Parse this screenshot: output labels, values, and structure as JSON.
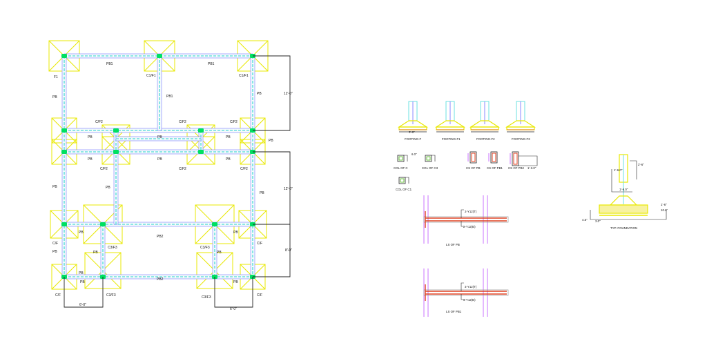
{
  "plan": {
    "beams": {
      "pb1_top_left": "PB1",
      "pb1_top_right": "PB1",
      "pb1_mid": "PB1",
      "pb_left_1": "PB",
      "pb_left_2": "PB",
      "pb_left_3": "PB",
      "pb_left_4": "PB",
      "pb_right_1": "PB",
      "pb_right_2": "PB",
      "pb_row3a_1": "PB",
      "pb_row3a_2": "PB",
      "pb_row3a_3": "PB",
      "pb_row3a_4": "PB",
      "pb_row3b_1": "PB",
      "pb_row3b_2": "PB",
      "pb_row3b_3": "PB",
      "pb_mid_col": "PB",
      "pb2_row5": "PB2",
      "pb2_row6": "PB2",
      "pb_row5_l": "PB",
      "pb_row5_r": "PB",
      "pb_row6_l": "PB",
      "pb_row6_r": "PB",
      "pb_row6_l2": "PB",
      "pb_row6_r2": "PB"
    },
    "columns": {
      "f1": "F1",
      "c1f1_a": "C1/F1",
      "c1f1_b": "C1/F1",
      "cf2_1": "C/F2",
      "cf2_2": "C/F2",
      "cf2_3": "C/F2",
      "cf2_4": "C/F2",
      "cf2_5": "C/F2",
      "cf2_6": "C/F2",
      "cf_1": "C/F",
      "cf_2": "C/F",
      "cf_3": "C/F",
      "cf_4": "C/F",
      "c3f3_1": "C3/F3",
      "c3f3_2": "C3/F3",
      "c3f3_3": "C3/F3",
      "c3f3_4": "C3/F3"
    },
    "dims": {
      "d1": "12'-0\"",
      "d2": "12'-0\"",
      "d3": "8'-0\"",
      "d4": "6'-0\"",
      "d5": "6'-0\""
    }
  },
  "footings": {
    "f": "FOOTING-F",
    "f1": "FOOTING-F1",
    "f2": "FOOTING-F2",
    "f3": "FOOTING-F3",
    "dim": "3'-0\""
  },
  "sections": {
    "col_c": "COL OF C",
    "col_c3": "COL OF C3",
    "col_c1": "COL OF C1",
    "cs_pb": "CS OF PB",
    "cs_pb1": "CS OF PB1",
    "cs_pb2": "CS OF PB2",
    "dim_a": "6.0\"",
    "dim_b": "1'-3.0\""
  },
  "ls_pb": {
    "title": "LS OF PB",
    "top": "2-Y12(T)",
    "bottom": "2-Y12(B)"
  },
  "ls_pb1": {
    "title": "LS OF PB1",
    "top": "3-Y12(T)",
    "bottom": "3-Y12(B)"
  },
  "foundation": {
    "title": "TYP. FOUNDATION",
    "d1": "2'-6\"",
    "d2": "1'-6.0\"",
    "d3": "1'-6.0\"",
    "d4": "1'-6\"",
    "d5": "10.6\"",
    "d6": "4.5\"",
    "d7": "3.0\""
  },
  "colors": {
    "footing": "#e8e800",
    "beam": "#6be0e0",
    "column": "#00e060",
    "beam_outline": "#8a8aff",
    "rebar_red": "#e04020",
    "rebar_pink": "#c870ff"
  }
}
